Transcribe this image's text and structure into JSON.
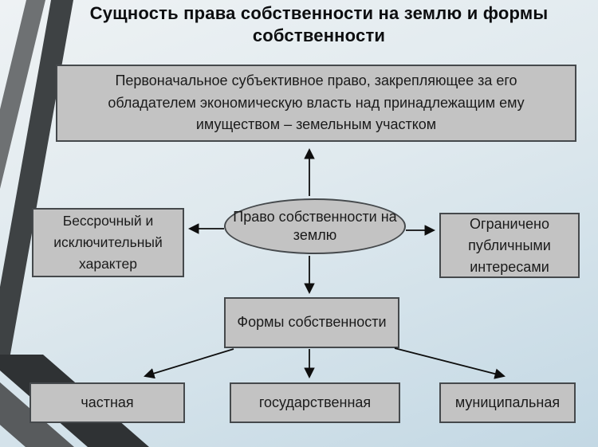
{
  "slide": {
    "title": "Сущность права собственности на землю и формы собственности"
  },
  "diagram": {
    "definition": "Первоначальное субъективное право, закрепляющее за его обладателем экономическую власть над принадлежащим ему имуществом – земельным участком",
    "center": "Право собственности на землю",
    "left_property": "Бессрочный и исключительный характер",
    "right_property": "Ограничено публичными интересами",
    "forms_header": "Формы собственности",
    "forms": [
      "частная",
      "государственная",
      "муниципальная"
    ]
  },
  "colors": {
    "box_fill": "#c3c3c3",
    "box_border": "#45494c",
    "arrow": "#0e0e0e",
    "stripe_medium": "#6e7173",
    "stripe_dark": "#3e4244",
    "stripe_medium2": "#585b5d",
    "stripe_dark2": "#2f3234",
    "background_top": "#eef2f4",
    "background_mid": "#dfe9ee",
    "background_bottom": "#c3d8e4",
    "text": "#1b1b1b",
    "title_color": "#0d0e10"
  }
}
